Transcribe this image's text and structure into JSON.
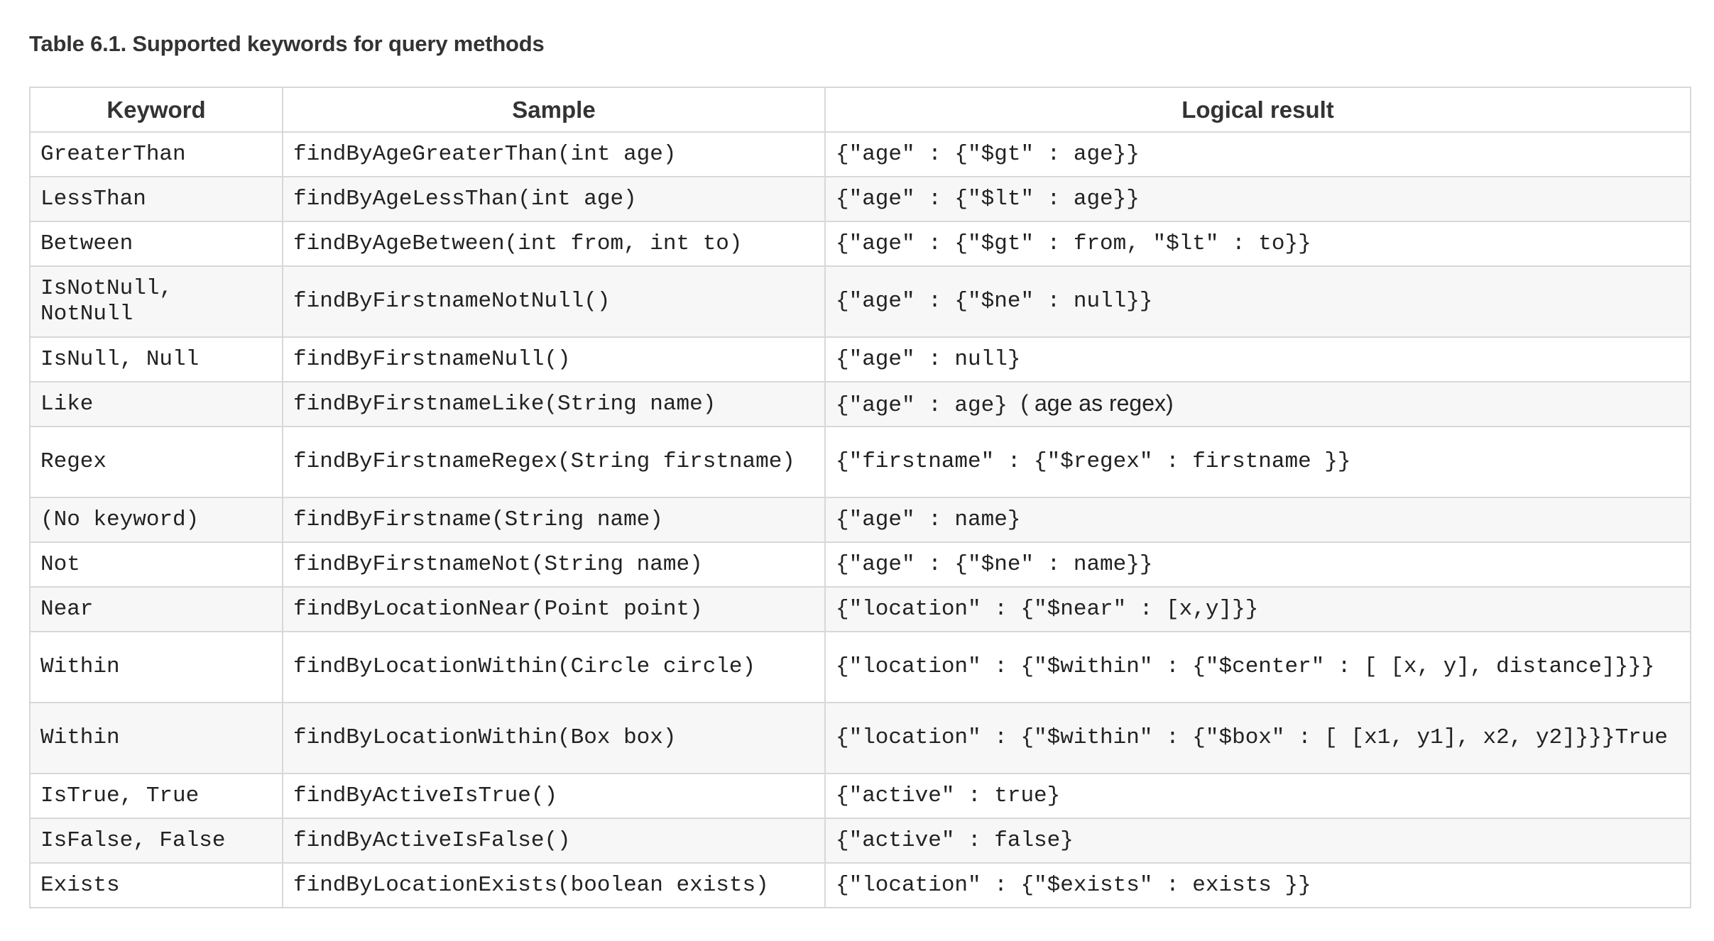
{
  "caption": "Table 6.1. Supported keywords for query methods",
  "headers": {
    "keyword": "Keyword",
    "sample": "Sample",
    "result": "Logical result"
  },
  "rows": [
    {
      "keyword": "GreaterThan",
      "sample": "findByAgeGreaterThan(int age)",
      "result": "{\"age\" : {\"$gt\" : age}}"
    },
    {
      "keyword": "LessThan",
      "sample": "findByAgeLessThan(int age)",
      "result": "{\"age\" : {\"$lt\" : age}}"
    },
    {
      "keyword": "Between",
      "sample": "findByAgeBetween(int from, int to)",
      "result": "{\"age\" : {\"$gt\" : from, \"$lt\" : to}}"
    },
    {
      "keyword": "IsNotNull, NotNull",
      "sample": "findByFirstnameNotNull()",
      "result": "{\"age\" : {\"$ne\" : null}}"
    },
    {
      "keyword": "IsNull, Null",
      "sample": "findByFirstnameNull()",
      "result": "{\"age\" : null}"
    },
    {
      "keyword": "Like",
      "sample": "findByFirstnameLike(String name)",
      "result": "{\"age\" : age}",
      "result_note": "( age as regex)"
    },
    {
      "keyword": "Regex",
      "sample": "findByFirstnameRegex(String firstname)",
      "result": "{\"firstname\" : {\"$regex\" : firstname }}"
    },
    {
      "keyword": "(No keyword)",
      "sample": "findByFirstname(String name)",
      "result": "{\"age\" : name}"
    },
    {
      "keyword": "Not",
      "sample": "findByFirstnameNot(String name)",
      "result": "{\"age\" : {\"$ne\" : name}}"
    },
    {
      "keyword": "Near",
      "sample": "findByLocationNear(Point point)",
      "result": "{\"location\" : {\"$near\" : [x,y]}}"
    },
    {
      "keyword": "Within",
      "sample": "findByLocationWithin(Circle circle)",
      "result": "{\"location\" : {\"$within\" : {\"$center\" : [ [x, y], distance]}}}"
    },
    {
      "keyword": "Within",
      "sample": "findByLocationWithin(Box box)",
      "result": "{\"location\" : {\"$within\" : {\"$box\" : [ [x1, y1], x2, y2]}}}True"
    },
    {
      "keyword": "IsTrue, True",
      "sample": "findByActiveIsTrue()",
      "result": "{\"active\" : true}"
    },
    {
      "keyword": "IsFalse, False",
      "sample": "findByActiveIsFalse()",
      "result": "{\"active\" : false}"
    },
    {
      "keyword": "Exists",
      "sample": "findByLocationExists(boolean exists)",
      "result": "{\"location\" : {\"$exists\" : exists }}"
    }
  ]
}
